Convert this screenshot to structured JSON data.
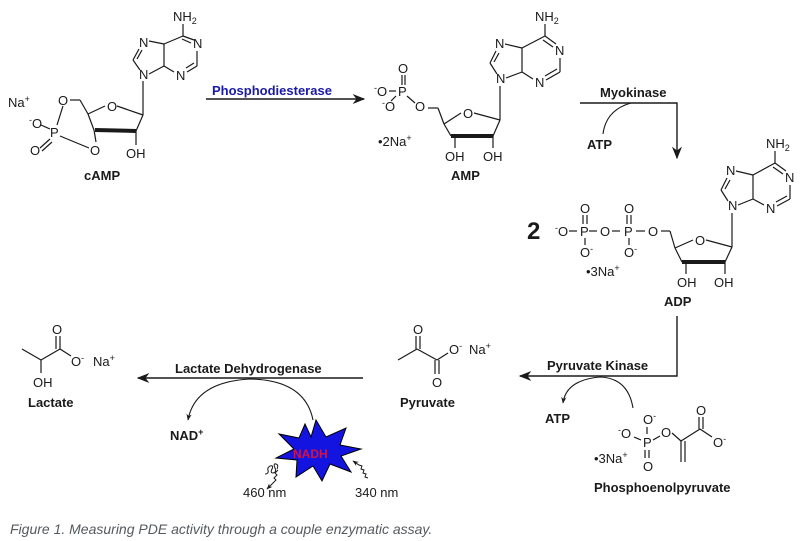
{
  "colors": {
    "enzyme_phosphodiesterase": "#1a1aa8",
    "nadh_star_fill": "#1414e0",
    "nadh_text": "#d0144a",
    "caption": "#555a5f"
  },
  "atoms": {
    "N": "N",
    "O": "O",
    "P": "P",
    "NH2": "NH",
    "sub2": "2",
    "OH": "OH",
    "minus": "-",
    "plus": "+",
    "Na": "Na",
    "Ominus": "O"
  },
  "compounds": {
    "camp": {
      "name": "cAMP",
      "counterion": "Na",
      "counterion_charge": "+"
    },
    "amp": {
      "name": "AMP",
      "counterion": "•2Na",
      "counterion_charge": "+"
    },
    "adp": {
      "name": "ADP",
      "coefficient": "2",
      "counterion": "•3Na",
      "counterion_charge": "+"
    },
    "pep": {
      "name": "Phosphoenolpyruvate",
      "counterion": "•3Na",
      "counterion_charge": "+"
    },
    "pyruvate": {
      "name": "Pyruvate",
      "counterion": "Na",
      "counterion_charge": "+"
    },
    "lactate": {
      "name": "Lactate",
      "counterion": "Na",
      "counterion_charge": "+"
    }
  },
  "reactions": {
    "step1": {
      "enzyme": "Phosphodiesterase"
    },
    "step2": {
      "enzyme": "Myokinase",
      "cosubstrate": "ATP"
    },
    "step3": {
      "enzyme": "Pyruvate Kinase",
      "coproduct": "ATP"
    },
    "step4": {
      "enzyme": "Lactate Dehydrogenase",
      "coproduct": "NAD",
      "coproduct_charge": "+",
      "cofactor": "NADH"
    }
  },
  "fluorescence": {
    "emission": "460 nm",
    "excitation": "340 nm"
  },
  "caption": "Figure 1. Measuring PDE activity through a couple enzymatic assay."
}
